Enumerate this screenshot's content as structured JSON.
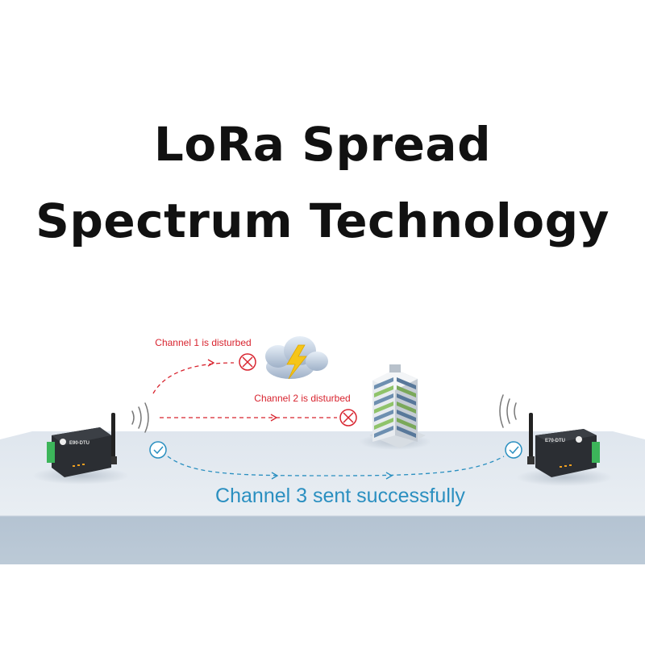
{
  "title": {
    "line1": "LoRa Spread",
    "line2": "Spectrum Technology"
  },
  "channels": [
    {
      "label": "Channel 1 is disturbed",
      "status": "disturbed",
      "color": "#d8242f"
    },
    {
      "label": "Channel 2 is disturbed",
      "status": "disturbed",
      "color": "#d8242f"
    },
    {
      "label": "Channel 3 sent successfully",
      "status": "success",
      "color": "#2a8fc0"
    }
  ],
  "devices": {
    "left": {
      "model": "E90-DTU",
      "icon": "lora-radio-modem-icon"
    },
    "right": {
      "model": "E70-DTU",
      "icon": "lora-radio-modem-icon"
    }
  },
  "obstacles": [
    "storm-cloud-icon",
    "office-building-icon"
  ],
  "colors": {
    "disturbed": "#d8242f",
    "success": "#2a8fc0",
    "platform_top": "#e3e9f0",
    "platform_front": "#b8c6d4"
  }
}
